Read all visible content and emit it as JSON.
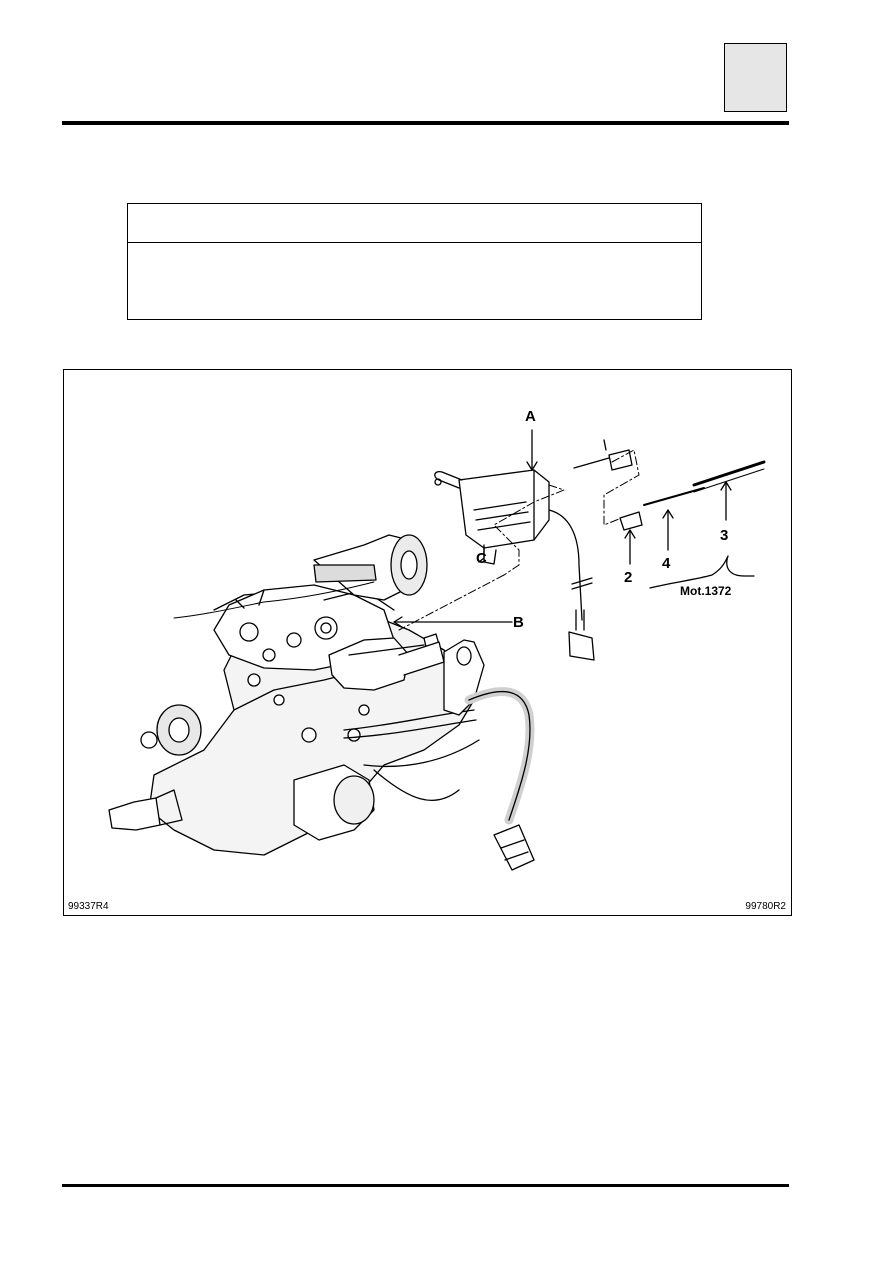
{
  "figure": {
    "labels": {
      "A": "A",
      "B": "B",
      "C": "C",
      "n2": "2",
      "n3": "3",
      "n4": "4",
      "tool": "Mot.1372"
    },
    "ref_left": "99337R4",
    "ref_right": "99780R2"
  }
}
